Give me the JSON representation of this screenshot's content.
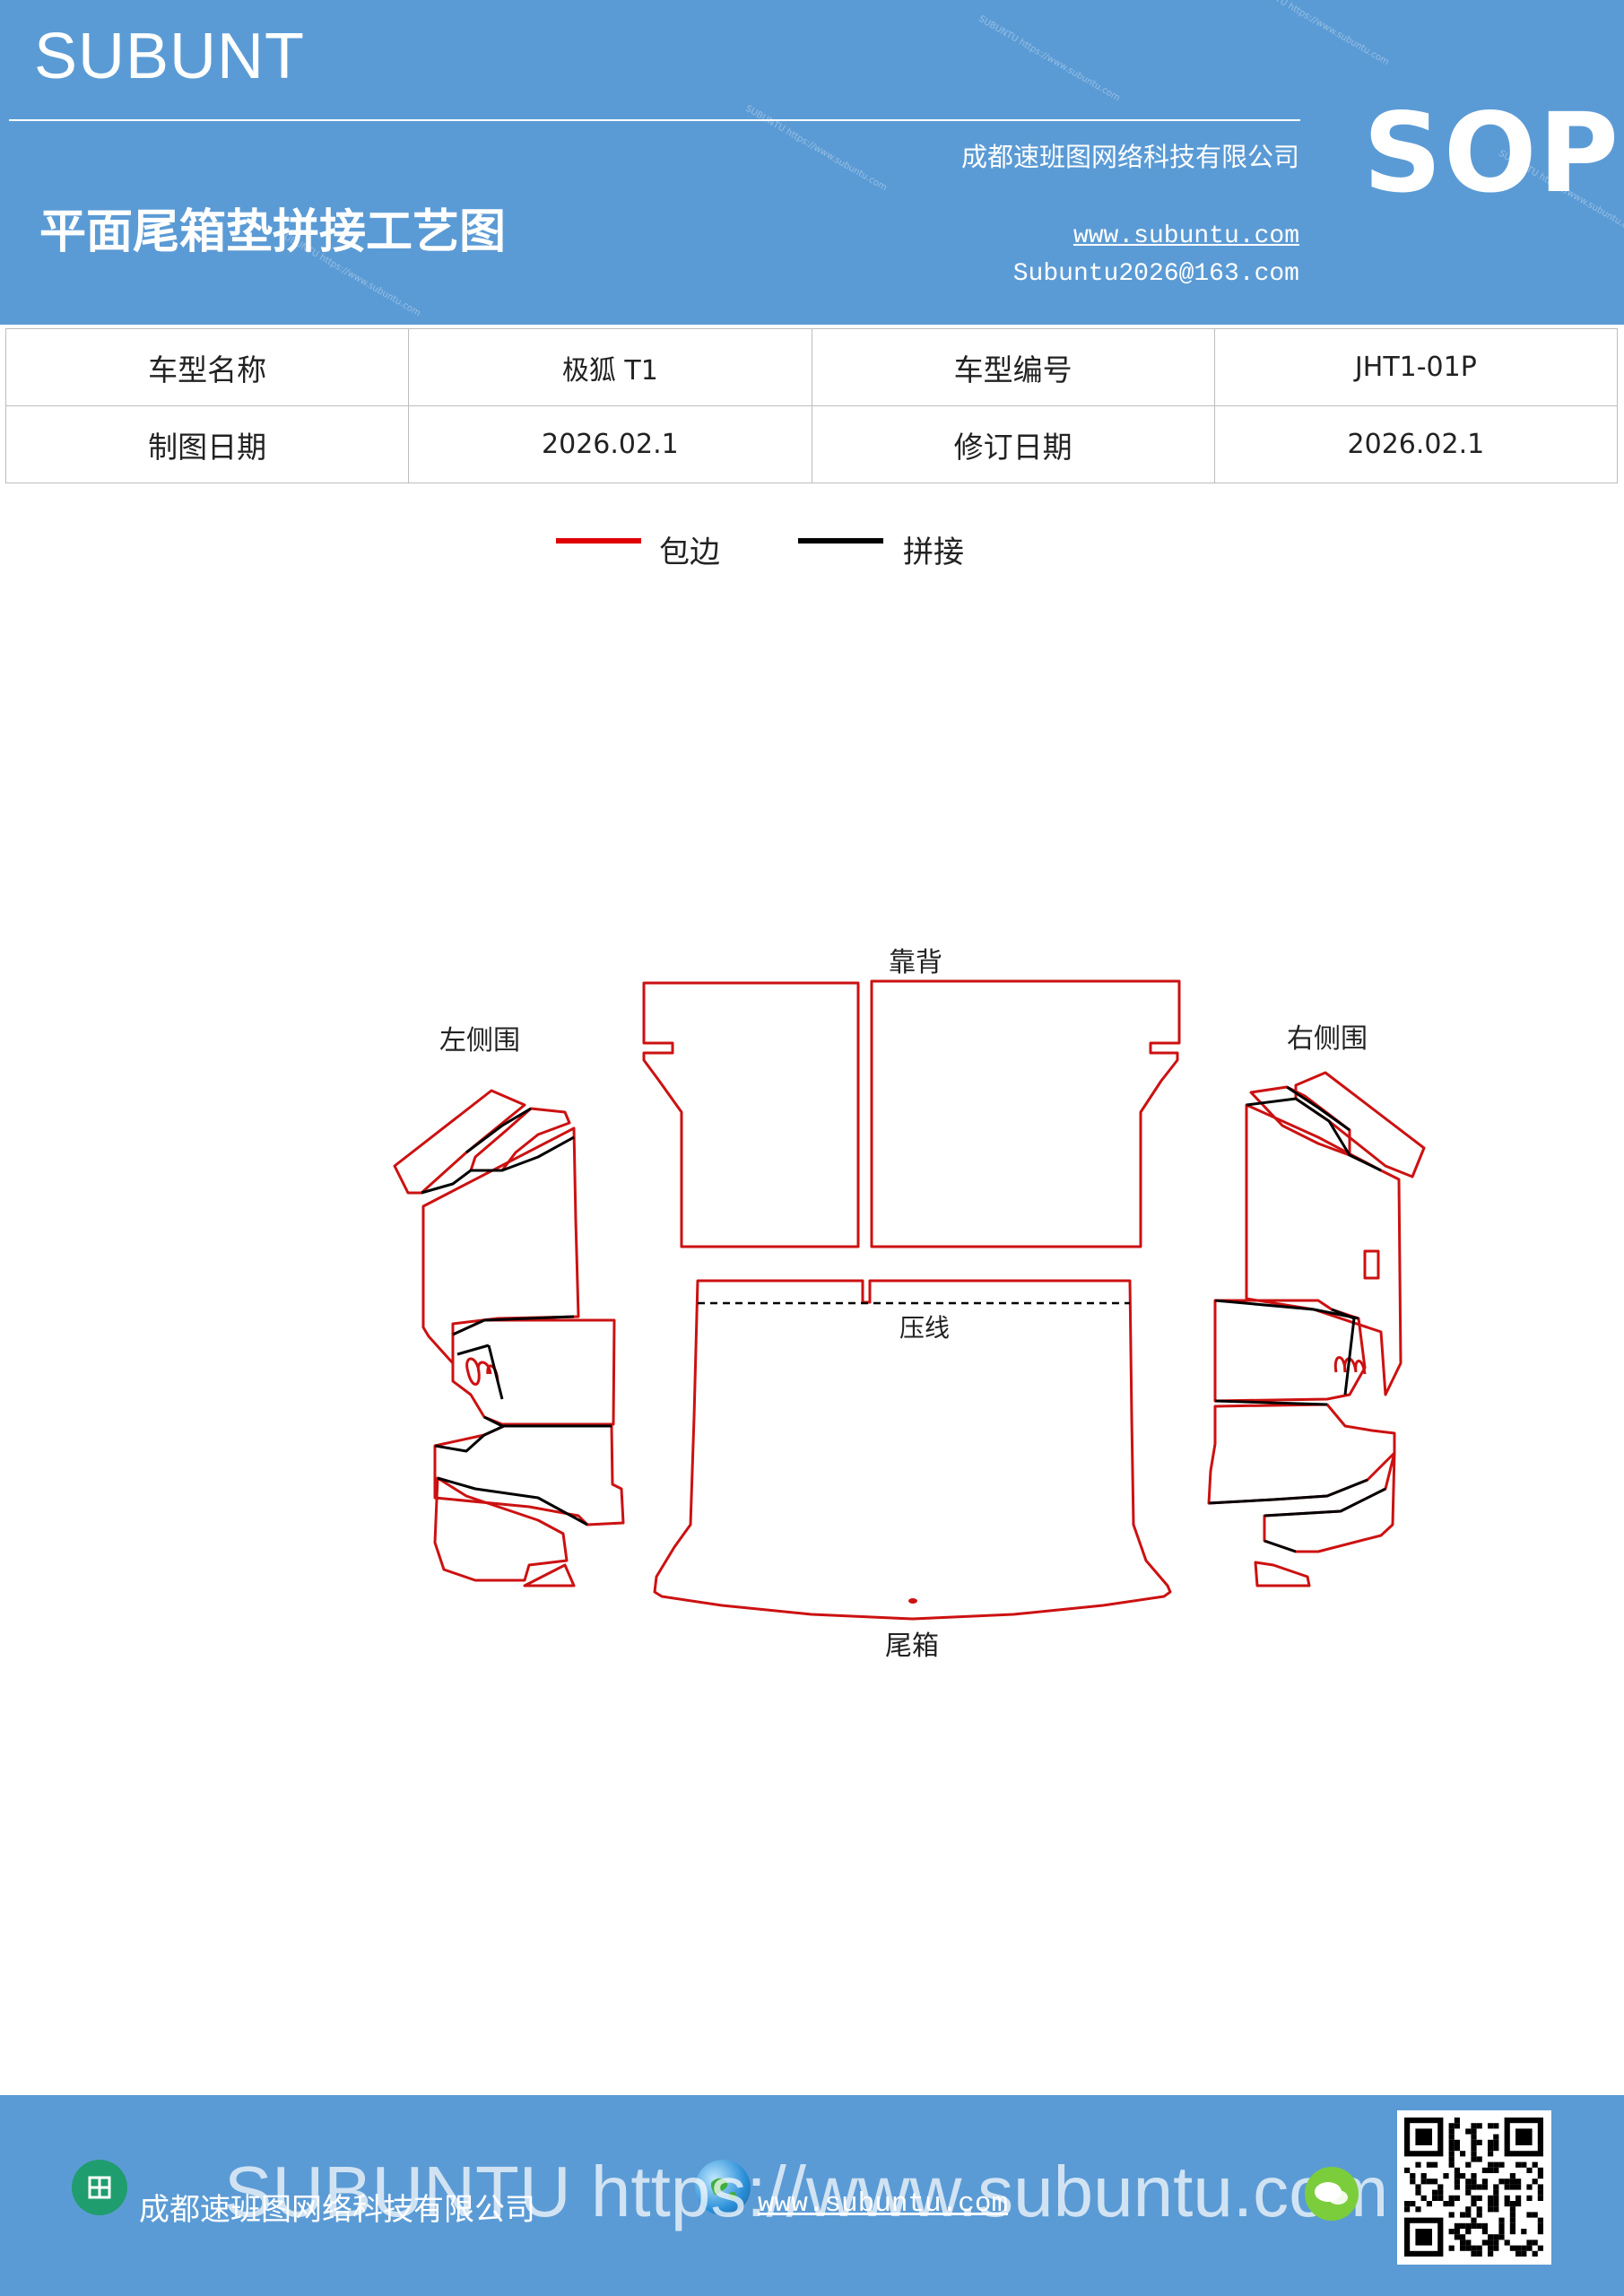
{
  "header": {
    "brand": "SUBUNT",
    "sop": "SOP",
    "company": "成都速班图网络科技有限公司",
    "title": "平面尾箱垫拼接工艺图",
    "url": "www.subuntu.com",
    "email": "Subuntu2026@163.com"
  },
  "info_table": {
    "row1": [
      "车型名称",
      "极狐 T1",
      "车型编号",
      "JHT1-01P"
    ],
    "row2": [
      "制图日期",
      "2026.02.1",
      "修订日期",
      "2026.02.1"
    ]
  },
  "legend": {
    "items": [
      {
        "label": "包边",
        "color": "#e00000"
      },
      {
        "label": "拼接",
        "color": "#000000"
      }
    ]
  },
  "diagram": {
    "labels": {
      "back": "靠背",
      "left": "左侧围",
      "right": "右侧围",
      "press_line": "压线",
      "trunk": "尾箱"
    },
    "colors": {
      "edge": "#cc1111",
      "seam": "#000000"
    }
  },
  "footer": {
    "company": "成都速班图网络科技有限公司",
    "url": "www.subuntu.com",
    "watermark": "SUBUNTU https://www.subuntu.com"
  }
}
